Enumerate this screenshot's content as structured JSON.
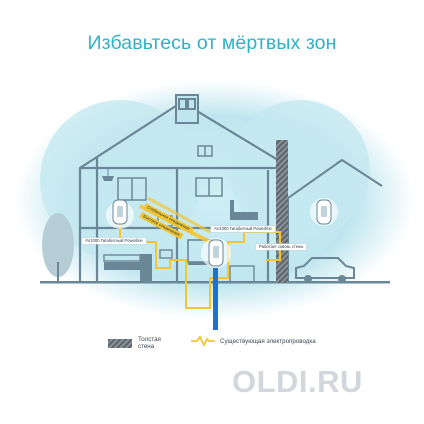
{
  "headline": "Избавьтесь от мёртвых зон",
  "labels": {
    "powerline_left": "AV1000 Гигабитный Powerline",
    "powerline_center": "AV1000 Гигабитный Powerline",
    "through_wall": "Работает сквозь стены",
    "stable_connection": "Стабильное соединение",
    "fast_connection": "Быстрое соединение"
  },
  "legend": {
    "thick_wall": "Толстая стена",
    "existing_wiring": "Существующая электропроводка"
  },
  "watermark": "OLDI.RU",
  "colors": {
    "accent": "#2fb2c8",
    "wiring": "#f2c531",
    "wall": "#9aa2a8",
    "house": "#6a8797",
    "coverage": "#bfe6ef"
  },
  "icons": [
    "powerline-adapter-icon",
    "thick-wall-swatch",
    "wiring-wave-icon"
  ]
}
